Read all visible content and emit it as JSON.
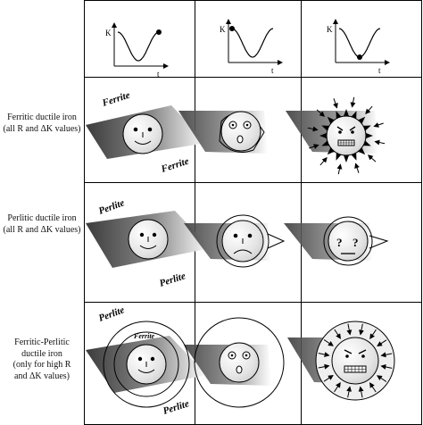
{
  "rows": [
    {
      "label_lines": [
        "Ferritic ductile iron",
        "(all R and ΔK values)"
      ],
      "top_label": "Ferrite",
      "bottom_label": "Ferrite"
    },
    {
      "label_lines": [
        "Perlitic ductile iron",
        "(all R and ΔK values)"
      ],
      "top_label": "Perlite",
      "bottom_label": "Perlite"
    },
    {
      "label_lines": [
        "Ferritic-Perlitic",
        "ductile iron",
        "(only for high R",
        "and ΔK values)"
      ],
      "top_label": "Perlite",
      "bottom_label": "Perlite",
      "ring_label": "Ferrite"
    }
  ],
  "graph": {
    "y_axis_label": "K",
    "x_axis_label": "t"
  },
  "face_marks": {
    "question_mark": "?"
  },
  "colors": {
    "line": "#000000",
    "shadow_dark": "#4a4a4a",
    "shadow_light": "#ffffff",
    "face_fill": "#e6e6e6",
    "outline": "#000000"
  }
}
